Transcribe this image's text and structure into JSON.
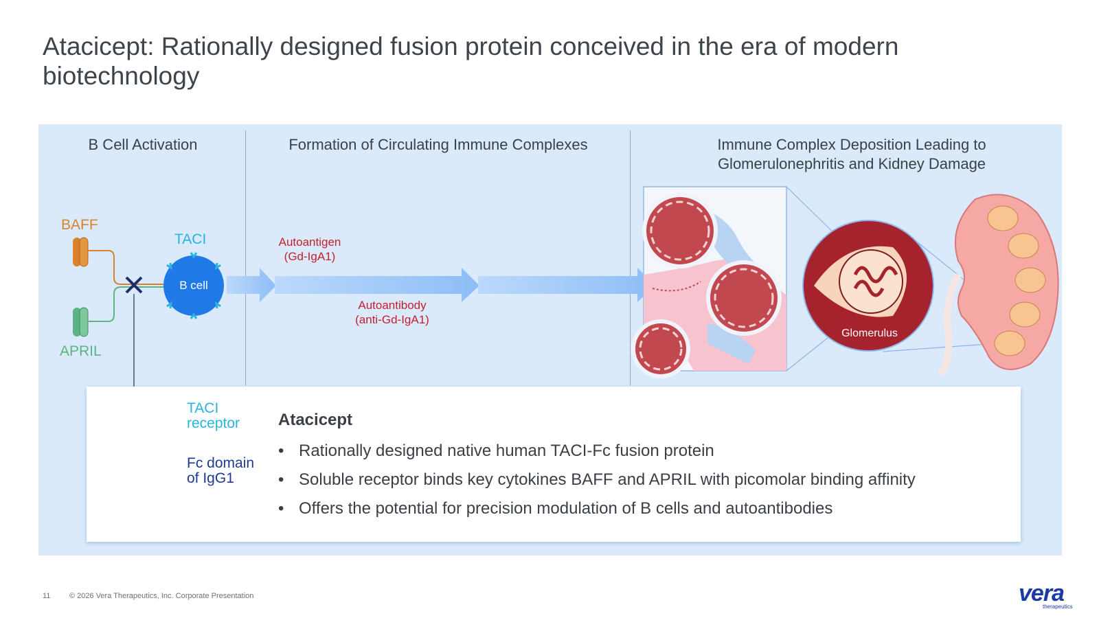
{
  "title": "Atacicept: Rationally designed fusion protein conceived in the era of modern biotechnology",
  "sections": [
    {
      "label": "B Cell Activation"
    },
    {
      "label": "Formation of Circulating Immune Complexes"
    },
    {
      "label": "Immune Complex Deposition Leading to Glomerulonephritis and Kidney Damage"
    }
  ],
  "diagram": {
    "baff": "BAFF",
    "april": "APRIL",
    "taci": "TACI",
    "bcell": "B cell",
    "autoantigen": [
      "Autoantigen",
      "(Gd-IgA1)"
    ],
    "autoantibody": [
      "Autoantibody",
      "(anti-Gd-IgA1)"
    ],
    "glomerulus": "Glomerulus",
    "taci_receptor": [
      "TACI",
      "receptor"
    ],
    "fc_domain": [
      "Fc domain",
      "of IgG1"
    ]
  },
  "info_box": {
    "heading": "Atacicept",
    "bullets": [
      "Rationally designed native human TACI-Fc fusion protein",
      "Soluble receptor binds key cytokines BAFF and APRIL with picomolar binding affinity",
      "Offers the potential for precision modulation of B cells and autoantibodies"
    ]
  },
  "footer": {
    "page_number": "11",
    "copyright": "© 2026 Vera Therapeutics, Inc. Corporate Presentation"
  },
  "logo": {
    "name": "vera",
    "sub": "therapeutics"
  },
  "colors": {
    "panel": "#dbeafb",
    "baff": "#d9822b",
    "april": "#5cb384",
    "taci": "#27b5e0",
    "bcell": "#1f7ae8",
    "red_text": "#c3202c",
    "fc": "#1f3a93"
  }
}
